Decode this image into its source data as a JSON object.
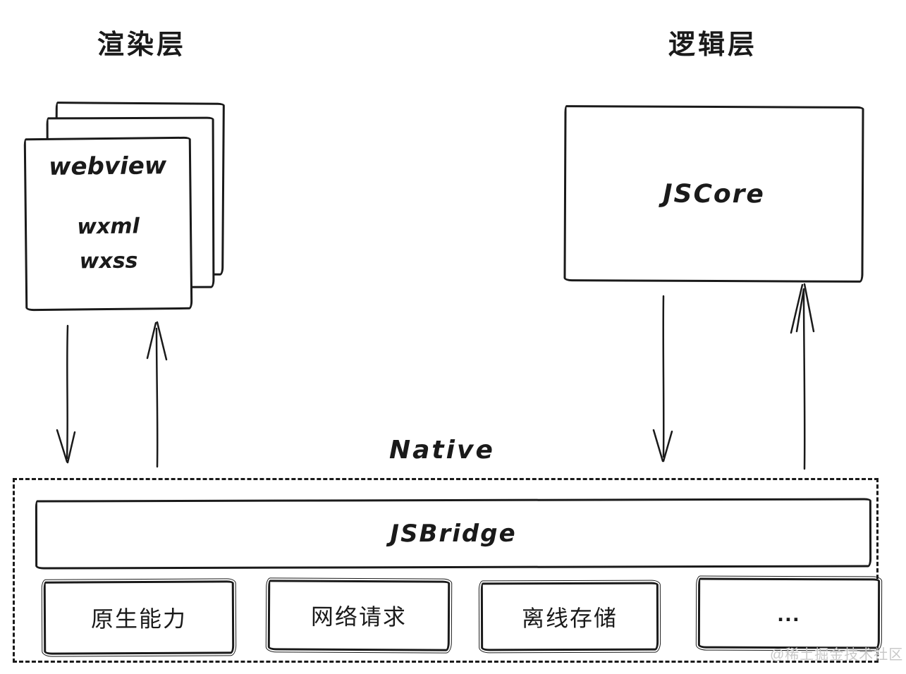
{
  "titles": {
    "render_layer": "渲染层",
    "logic_layer": "逻辑层"
  },
  "webview_stack": {
    "title": "webview",
    "files": [
      "wxml",
      "wxss"
    ]
  },
  "jscore_label": "JSCore",
  "native_label": "Native",
  "jsbridge_label": "JSBridge",
  "capabilities": [
    "原生能力",
    "网络请求",
    "离线存储",
    "..."
  ],
  "watermark": "@稀土掘金技术社区",
  "colors": {
    "ink": "#1a1a1a",
    "background": "#ffffff",
    "watermark": "#c9c9c9"
  }
}
